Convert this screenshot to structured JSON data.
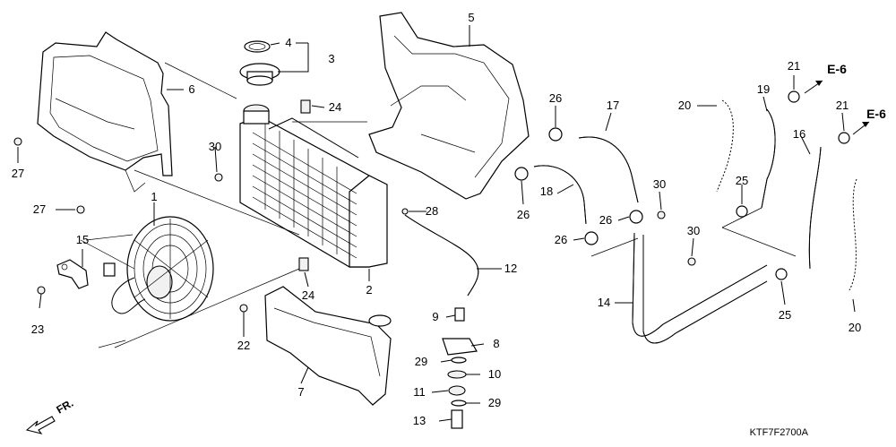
{
  "diagram": {
    "drawing_code": "KTF7F2700A",
    "direction_label": "FR.",
    "callouts": [
      {
        "id": "c1",
        "label": "1"
      },
      {
        "id": "c2",
        "label": "2"
      },
      {
        "id": "c3",
        "label": "3"
      },
      {
        "id": "c4",
        "label": "4"
      },
      {
        "id": "c5",
        "label": "5"
      },
      {
        "id": "c6",
        "label": "6"
      },
      {
        "id": "c7",
        "label": "7"
      },
      {
        "id": "c8",
        "label": "8"
      },
      {
        "id": "c9",
        "label": "9"
      },
      {
        "id": "c10",
        "label": "10"
      },
      {
        "id": "c11",
        "label": "11"
      },
      {
        "id": "c12",
        "label": "12"
      },
      {
        "id": "c13",
        "label": "13"
      },
      {
        "id": "c14",
        "label": "14"
      },
      {
        "id": "c15",
        "label": "15"
      },
      {
        "id": "c16",
        "label": "16"
      },
      {
        "id": "c17",
        "label": "17"
      },
      {
        "id": "c18",
        "label": "18"
      },
      {
        "id": "c19",
        "label": "19"
      },
      {
        "id": "c20a",
        "label": "20"
      },
      {
        "id": "c20b",
        "label": "20"
      },
      {
        "id": "c21a",
        "label": "21"
      },
      {
        "id": "c21b",
        "label": "21"
      },
      {
        "id": "c22",
        "label": "22"
      },
      {
        "id": "c23",
        "label": "23"
      },
      {
        "id": "c24a",
        "label": "24"
      },
      {
        "id": "c24b",
        "label": "24"
      },
      {
        "id": "c25a",
        "label": "25"
      },
      {
        "id": "c25b",
        "label": "25"
      },
      {
        "id": "c26a",
        "label": "26"
      },
      {
        "id": "c26b",
        "label": "26"
      },
      {
        "id": "c26c",
        "label": "26"
      },
      {
        "id": "c26d",
        "label": "26"
      },
      {
        "id": "c27a",
        "label": "27"
      },
      {
        "id": "c27b",
        "label": "27"
      },
      {
        "id": "c28",
        "label": "28"
      },
      {
        "id": "c29a",
        "label": "29"
      },
      {
        "id": "c29b",
        "label": "29"
      },
      {
        "id": "c30a",
        "label": "30"
      },
      {
        "id": "c30b",
        "label": "30"
      },
      {
        "id": "c30c",
        "label": "30"
      }
    ],
    "references": [
      {
        "id": "r1",
        "label": "E-6"
      },
      {
        "id": "r2",
        "label": "E-6"
      }
    ]
  }
}
